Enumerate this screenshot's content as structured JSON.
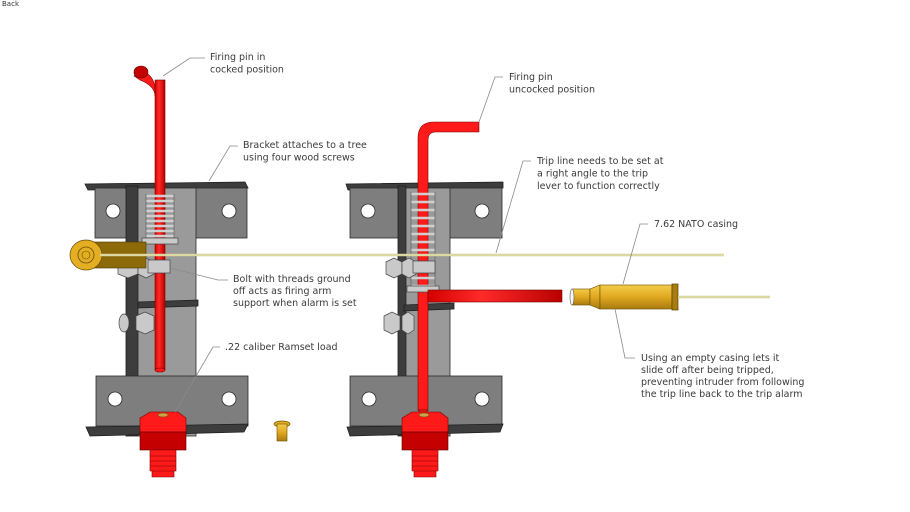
{
  "nav": {
    "back_label": "Back"
  },
  "colors": {
    "firing_pin": "#ff1a1a",
    "bracket": "#7e7e7e",
    "brass": "#e3ae22",
    "trip_line": "#cfc98a",
    "callout_text": "#3a3a3a"
  },
  "callouts": {
    "firing_pin_cocked": [
      "Firing pin in",
      "cocked position"
    ],
    "bracket": [
      "Bracket attaches to a tree",
      "using four wood screws"
    ],
    "bolt": [
      "Bolt with threads ground",
      "off acts as firing arm",
      "support when alarm is set"
    ],
    "ramset": [
      ".22 caliber Ramset load"
    ],
    "firing_pin_uncocked": [
      "Firing pin",
      "uncocked position"
    ],
    "trip_line": [
      "Trip line needs to be set at",
      "a right angle to the trip",
      "lever to function correctly"
    ],
    "casing": [
      "7.62 NATO casing"
    ],
    "empty_casing": [
      "Using an empty casing lets it",
      "slide off after being tripped,",
      "preventing intruder from following",
      "the trip line back to the trip alarm"
    ]
  },
  "assemblies": [
    {
      "name": "cocked-assembly",
      "state": "cocked"
    },
    {
      "name": "uncocked-assembly",
      "state": "uncocked"
    }
  ]
}
